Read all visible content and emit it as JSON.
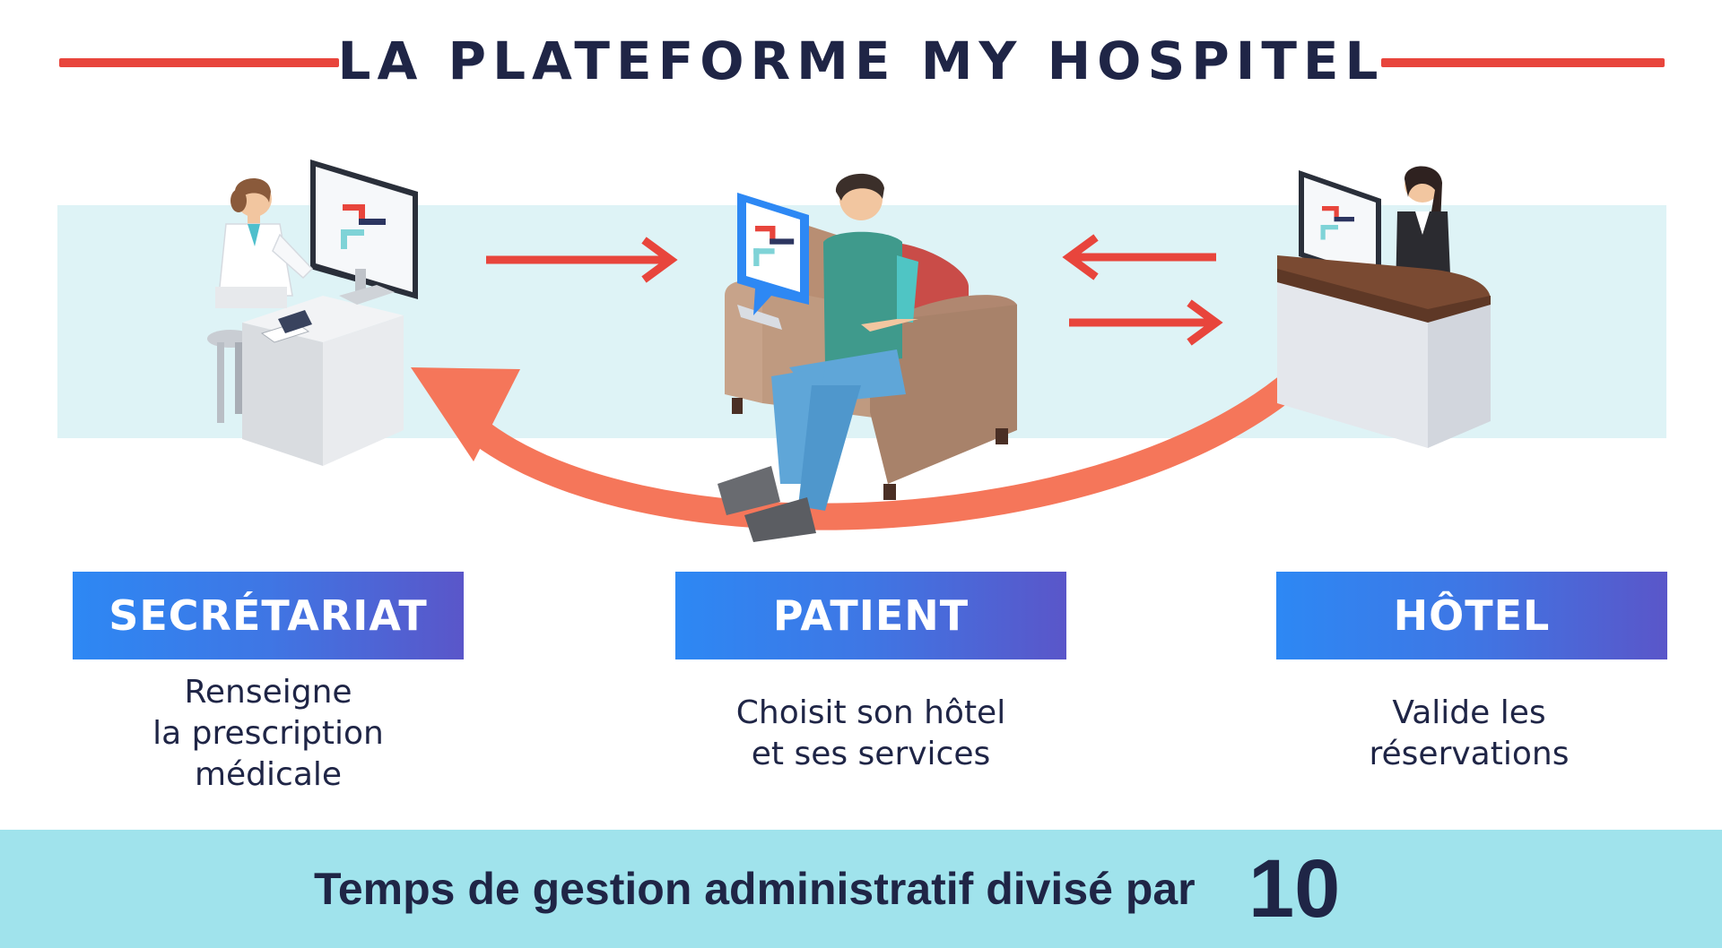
{
  "title": "LA PLATEFORME MY HOSPITEL",
  "columns": [
    {
      "label": "SECRÉTARIAT",
      "description_lines": [
        "Renseigne",
        "la prescription",
        "médicale"
      ]
    },
    {
      "label": "PATIENT",
      "description_lines": [
        "Choisit son hôtel",
        "et ses services"
      ]
    },
    {
      "label": "HÔTEL",
      "description_lines": [
        "Valide les",
        "réservations"
      ]
    }
  ],
  "footer": {
    "text": "Temps de gestion administratif divisé par",
    "number": "10"
  },
  "colors": {
    "accent_red": "#e8453c",
    "curve_coral": "#f5765a",
    "navy": "#1f2546",
    "band": "#def3f6",
    "footer_bg": "#a0e3ec",
    "box_from": "#2d88f4",
    "box_to": "#5a56c9"
  },
  "icons": [
    "secretary-icon",
    "patient-icon",
    "hotel-receptionist-icon",
    "arrow-right-icon",
    "arrow-left-icon",
    "curved-arrow-icon",
    "hospitel-logo-icon"
  ]
}
